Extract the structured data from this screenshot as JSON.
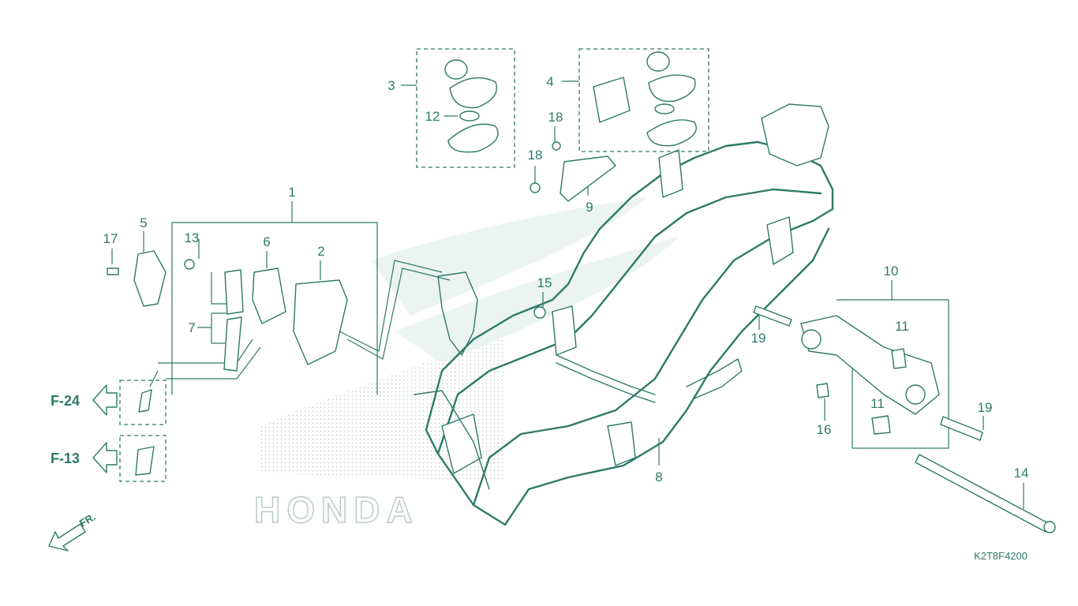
{
  "diagram": {
    "drawing_code": "K2T8F4200",
    "front_label": "FR.",
    "watermark": "HONDA",
    "colors": {
      "line": "#2d7a68",
      "watermark": "#b9c9c4",
      "background": "#ffffff"
    },
    "refs": [
      {
        "id": "f24",
        "label": "F-24",
        "icon": "arrow-left-icon"
      },
      {
        "id": "f13",
        "label": "F-13",
        "icon": "arrow-left-icon"
      }
    ],
    "callouts": [
      {
        "id": "c1",
        "label": "1"
      },
      {
        "id": "c2",
        "label": "2"
      },
      {
        "id": "c3",
        "label": "3"
      },
      {
        "id": "c4",
        "label": "4"
      },
      {
        "id": "c5",
        "label": "5"
      },
      {
        "id": "c6",
        "label": "6"
      },
      {
        "id": "c7",
        "label": "7"
      },
      {
        "id": "c8",
        "label": "8"
      },
      {
        "id": "c9",
        "label": "9"
      },
      {
        "id": "c10",
        "label": "10"
      },
      {
        "id": "c11a",
        "label": "11"
      },
      {
        "id": "c11b",
        "label": "11"
      },
      {
        "id": "c12",
        "label": "12"
      },
      {
        "id": "c13",
        "label": "13"
      },
      {
        "id": "c14",
        "label": "14"
      },
      {
        "id": "c15",
        "label": "15"
      },
      {
        "id": "c16",
        "label": "16"
      },
      {
        "id": "c17",
        "label": "17"
      },
      {
        "id": "c18a",
        "label": "18"
      },
      {
        "id": "c18b",
        "label": "18"
      },
      {
        "id": "c19a",
        "label": "19"
      },
      {
        "id": "c19b",
        "label": "19"
      }
    ]
  }
}
